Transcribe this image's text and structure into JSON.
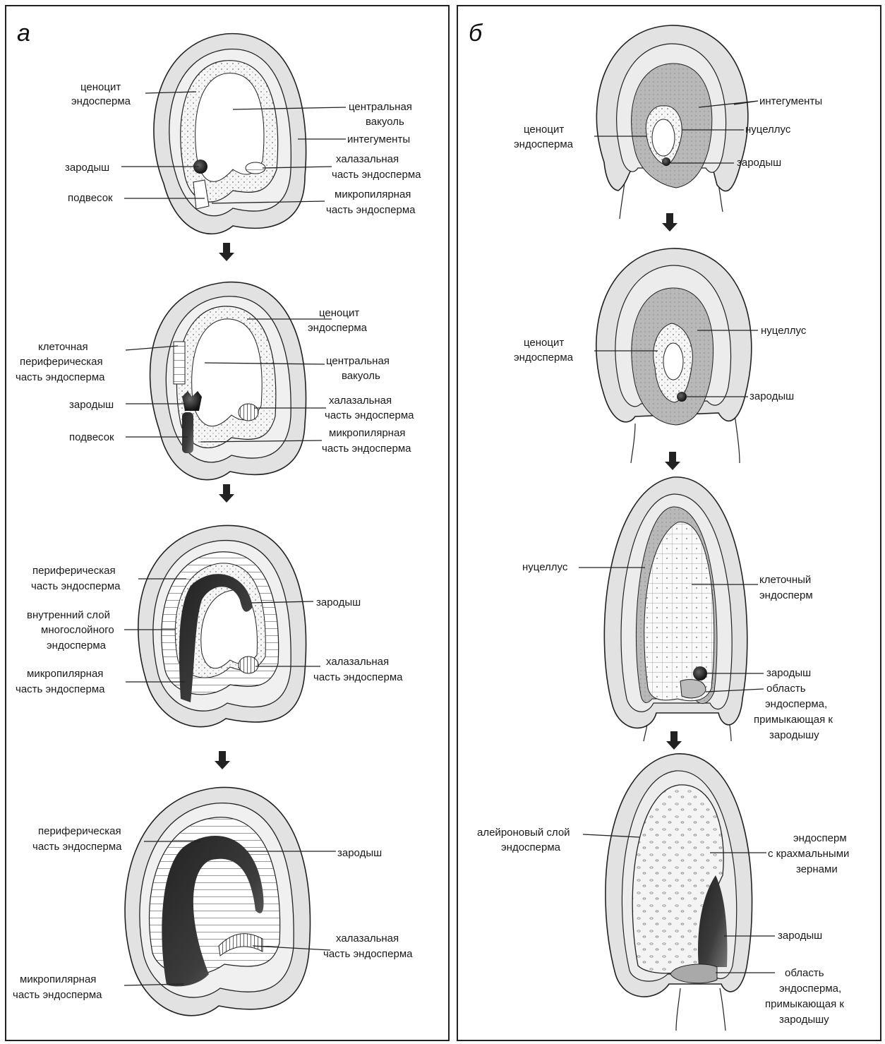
{
  "panels": {
    "a": {
      "letter": "а",
      "stage1": {
        "coenocyte": [
          "ценоцит",
          "эндосперма"
        ],
        "central_vacuole": [
          "центральная",
          "вакуоль"
        ],
        "integuments": "интегументы",
        "embryo": "зародыш",
        "chalazal": [
          "халазальная",
          "часть эндосперма"
        ],
        "suspensor": "подвесок",
        "micropylar": [
          "микропилярная",
          "часть эндосперма"
        ]
      },
      "stage2": {
        "coenocyte": [
          "ценоцит",
          "эндосперма"
        ],
        "cellular_peripheral": [
          "клеточная",
          "периферическая",
          "часть эндосперма"
        ],
        "central_vacuole": [
          "центральная",
          "вакуоль"
        ],
        "embryo": "зародыш",
        "chalazal": [
          "халазальная",
          "часть эндосперма"
        ],
        "suspensor": "подвесок",
        "micropylar": [
          "микропилярная",
          "часть эндосперма"
        ]
      },
      "stage3": {
        "peripheral": [
          "периферическая",
          "часть эндосперма"
        ],
        "embryo": "зародыш",
        "inner_layer": [
          "внутренний слой",
          "многослойного",
          "эндосперма"
        ],
        "micropylar": [
          "микропилярная",
          "часть эндосперма"
        ],
        "chalazal": [
          "халазальная",
          "часть эндосперма"
        ]
      },
      "stage4": {
        "peripheral": [
          "периферическая",
          "часть эндосперма"
        ],
        "embryo": "зародыш",
        "chalazal": [
          "халазальная",
          "часть эндосперма"
        ],
        "micropylar": [
          "микропилярная",
          "часть эндосперма"
        ]
      }
    },
    "b": {
      "letter": "б",
      "stage1": {
        "integuments": "интегументы",
        "coenocyte": [
          "ценоцит",
          "эндосперма"
        ],
        "nucellus": "нуцеллус",
        "embryo": "зародыш"
      },
      "stage2": {
        "coenocyte": [
          "ценоцит",
          "эндосперма"
        ],
        "nucellus": "нуцеллус",
        "embryo": "зародыш"
      },
      "stage3": {
        "nucellus": "нуцеллус",
        "cellular_endosperm": [
          "клеточный",
          "эндосперм"
        ],
        "embryo": "зародыш",
        "embryo_surrounding": [
          "область",
          "эндосперма,",
          "примыкающая к",
          "зародышу"
        ]
      },
      "stage4": {
        "aleurone": [
          "алейроновый слой",
          "эндосперма"
        ],
        "starchy": [
          "эндосперм",
          "с крахмальными",
          "зернами"
        ],
        "embryo": "зародыш",
        "embryo_surrounding": [
          "область",
          "эндосперма,",
          "примыкающая к",
          "зародышу"
        ]
      }
    }
  }
}
